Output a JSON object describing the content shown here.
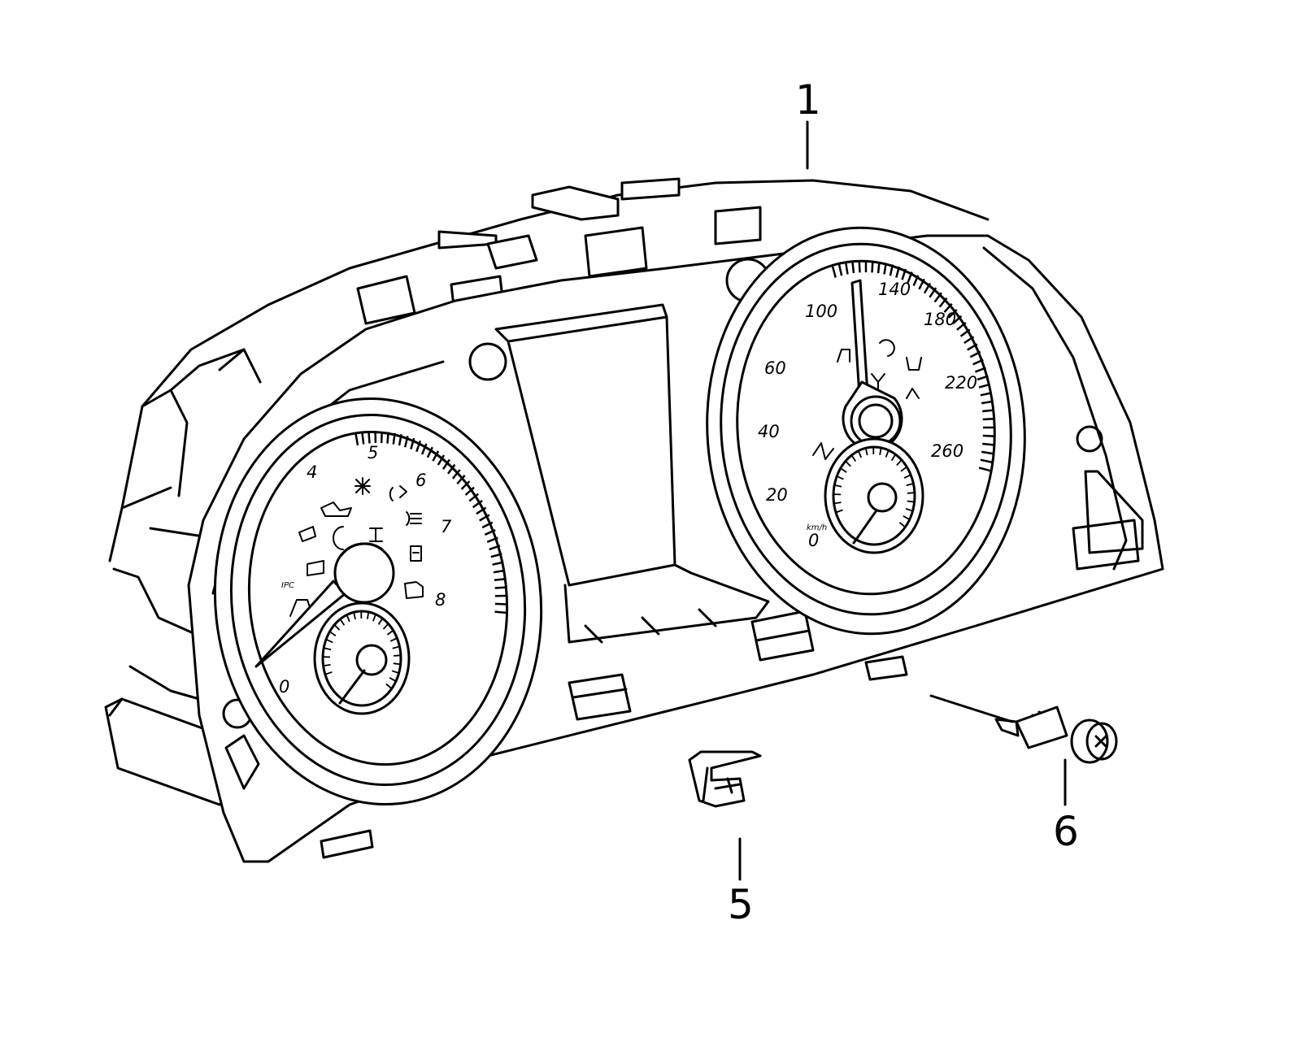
{
  "callouts": {
    "instrument_cluster": "1",
    "clip": "5",
    "screw": "6"
  },
  "tachometer": {
    "labels": [
      "0",
      "4",
      "5",
      "6",
      "7",
      "8"
    ],
    "badge": "IPC"
  },
  "speedometer": {
    "labels": [
      "0",
      "20",
      "40",
      "60",
      "100",
      "140",
      "180",
      "220",
      "260"
    ],
    "unit": "km/h"
  }
}
